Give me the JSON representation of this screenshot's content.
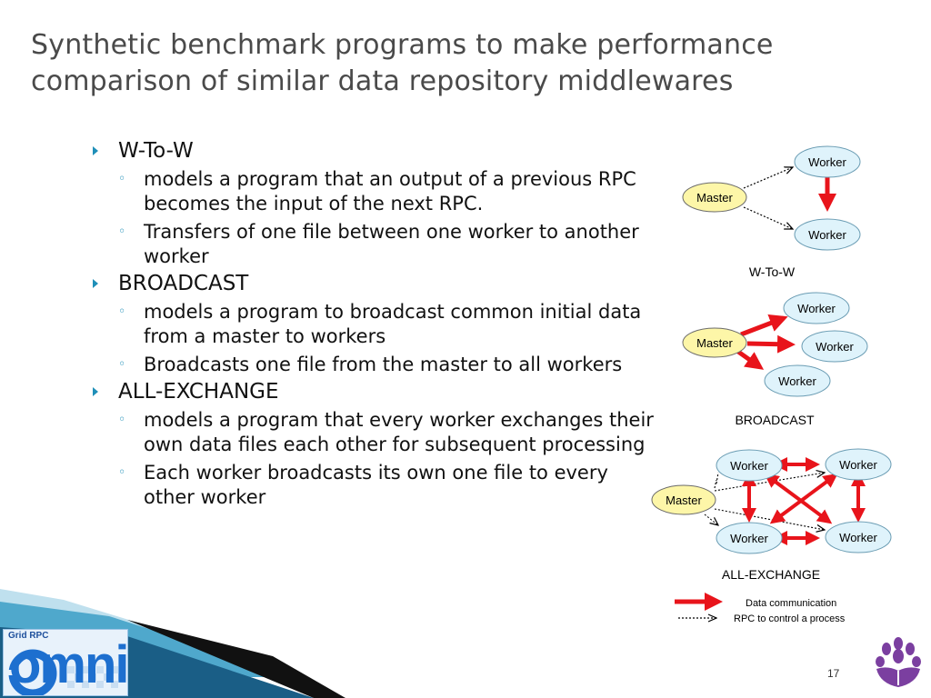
{
  "slide": {
    "title": "Synthetic benchmark programs to make  performance comparison of similar data repository middlewares",
    "page_number": "17",
    "logo_caption": "Grid RPC",
    "logo_word": "omni"
  },
  "bullets": [
    {
      "heading": "W-To-W",
      "subs": [
        "models a program that an output of a previous RPC becomes the input of the next RPC.",
        "Transfers of one file between one worker to another worker"
      ]
    },
    {
      "heading": "BROADCAST",
      "subs": [
        "models a program to broadcast common initial data from a master to workers",
        "Broadcasts one file from the master to all workers"
      ]
    },
    {
      "heading": "ALL-EXCHANGE",
      "subs": [
        "models a program that every worker exchanges their own data files each other for subsequent processing",
        "Each worker broadcasts its own one file to every other worker"
      ]
    }
  ],
  "diagrams": {
    "master_label": "Master",
    "worker_label": "Worker",
    "captions": {
      "w_to_w": "W-To-W",
      "broadcast": "BROADCAST",
      "all_exchange": "ALL-EXCHANGE"
    },
    "legend": {
      "data": "Data communication",
      "rpc": "RPC to control  a process"
    }
  },
  "colors": {
    "arrow_red": "#e8141b",
    "master_fill": "#fdf6a8",
    "worker_fill": "#dff3fb",
    "bullet_blue": "#1f8fb8",
    "title_gray": "#4a4a4a"
  }
}
